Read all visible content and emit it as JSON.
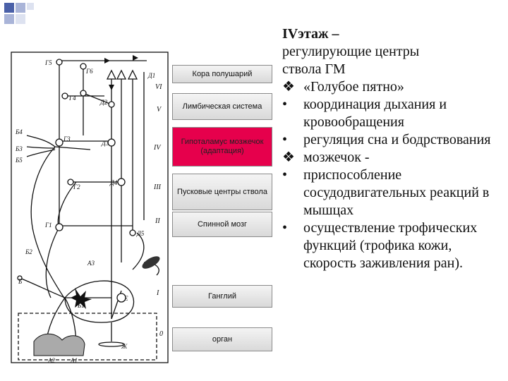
{
  "slide": {
    "heading": "IVэтаж –",
    "heading_rest": [
      "регулирующие центры",
      "ствола ГМ"
    ],
    "bullets": [
      {
        "marker": "❖",
        "text": "«Голубое пятно»"
      },
      {
        "marker": "•",
        "text": "координация дыхания и кровообращения"
      },
      {
        "marker": "•",
        "text": "регуляция сна и бодрствования"
      },
      {
        "marker": "❖",
        "text": " мозжечок -"
      },
      {
        "marker": "•",
        "text": " приспособление сосудодвигательных реакций в мышцах"
      },
      {
        "marker": "•",
        "text": " осуществление трофических функций (трофика кожи, скорость заживления ран)."
      }
    ]
  },
  "levels": [
    {
      "label": "Кора полушарий"
    },
    {
      "label": "Лимбическая система"
    },
    {
      "label": "Гипоталамус мозжечок (адаптация)"
    },
    {
      "label": "Пусковые центры ствола"
    },
    {
      "label": "Спинной мозг"
    },
    {
      "label": "Ганглий"
    },
    {
      "label": "орган"
    }
  ],
  "diagram": {
    "roman_levels": [
      "VI",
      "V",
      "IV",
      "III",
      "II",
      "I",
      "0"
    ],
    "node_labels": [
      "Г5",
      "Г6",
      "Д1",
      "Г4",
      "Д2",
      "Б4",
      "Г3",
      "Б3",
      "Г2",
      "Д3",
      "Д4",
      "Б5",
      "Г1",
      "Д5",
      "Б2",
      "А3",
      "Б1",
      "Б",
      "Е",
      "Ж",
      "А2",
      "А1"
    ],
    "accent_colors": {
      "highlight": "#e6004c",
      "corner": "#4a60a8"
    }
  }
}
